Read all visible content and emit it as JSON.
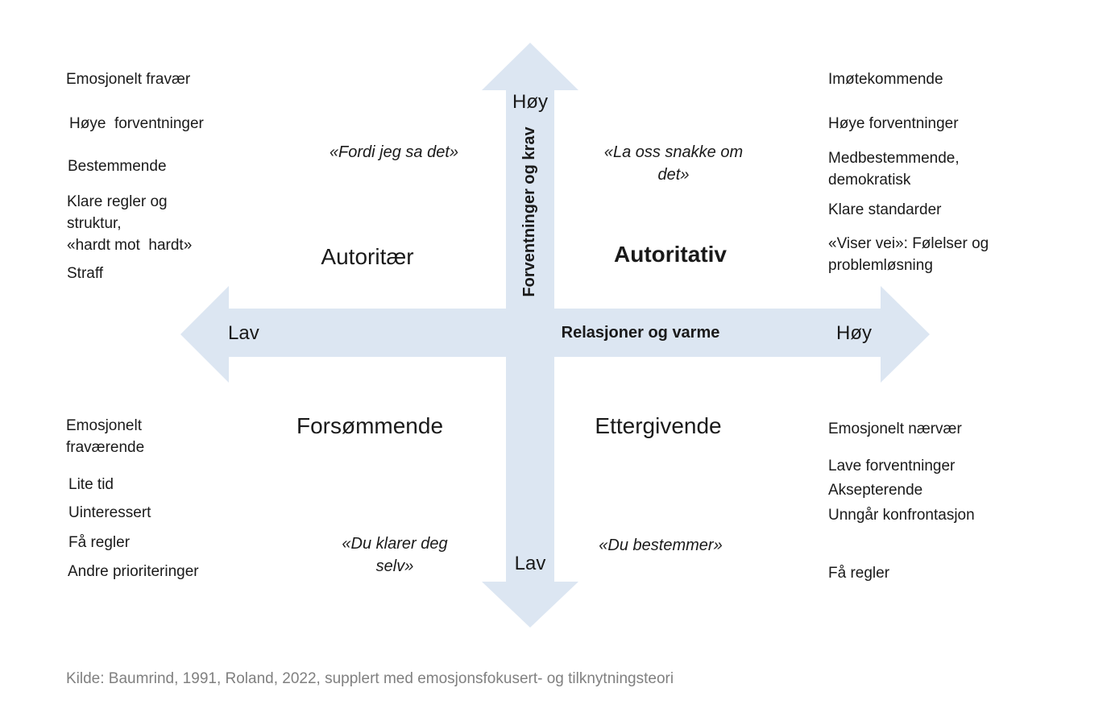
{
  "colors": {
    "arrow_fill": "#dce6f2",
    "text": "#1a1a1a",
    "source": "#808080"
  },
  "axes": {
    "vertical_label": "Forventninger og krav",
    "vertical_high": "Høy",
    "vertical_low": "Lav",
    "horizontal_label": "Relasjoner og varme",
    "horizontal_low": "Lav",
    "horizontal_high": "Høy"
  },
  "quadrants": {
    "autoritaer": {
      "title": "Autoritær",
      "quote": "«Fordi jeg sa det»",
      "traits": [
        "Emosjonelt fravær",
        "Høye  forventninger",
        "Bestemmende",
        "Klare regler og\nstruktur,\n«hardt mot  hardt»",
        "Straff"
      ]
    },
    "autoritativ": {
      "title": "Autoritativ",
      "quote": "«La oss snakke om\ndet»",
      "traits": [
        "Imøtekommende",
        "Høye forventninger",
        "Medbestemmende,\ndemokratisk",
        "Klare standarder",
        "«Viser vei»: Følelser og\nproblemløsning"
      ]
    },
    "forsoemmende": {
      "title": "Forsømmende",
      "quote": "«Du klarer deg\nselv»",
      "traits": [
        "Emosjonelt\nfraværende",
        "Lite tid",
        "Uinteressert",
        "Få regler",
        "Andre prioriteringer"
      ]
    },
    "ettergivende": {
      "title": "Ettergivende",
      "quote": "«Du bestemmer»",
      "traits": [
        "Emosjonelt nærvær",
        "Lave forventninger",
        "Aksepterende",
        "Unngår konfrontasjon",
        "Få regler"
      ]
    }
  },
  "source": "Kilde: Baumrind, 1991, Roland, 2022, supplert med emosjonsfokusert- og tilknytningsteori"
}
